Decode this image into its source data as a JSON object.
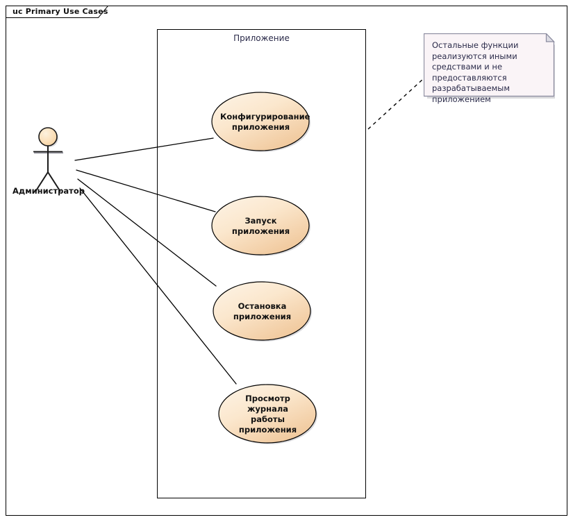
{
  "diagram": {
    "title_tab": "uc Primary Use Cases",
    "system_boundary_label": "Приложение",
    "actor": {
      "name": "Администратор",
      "icon": "stick-figure-actor-icon"
    },
    "use_cases": [
      {
        "id": "configure-application",
        "label": "Конфигурирование\nприложения"
      },
      {
        "id": "start-application",
        "label": "Запуск приложения"
      },
      {
        "id": "stop-application",
        "label": "Остановка\nприложения"
      },
      {
        "id": "view-application-log",
        "label": "Просмотр журнала\nработы приложения"
      }
    ],
    "note": {
      "text": "Остальные функции реализуются иными средствами и не предоставляются разрабатываемым приложением"
    },
    "colors": {
      "usecase_fill_light": "#fdf3e4",
      "usecase_fill_dark": "#f3cfa4",
      "usecase_stroke": "#000000",
      "actor_head_fill": "#fbdfb8",
      "note_fill": "#faf4f7",
      "note_stroke": "#8a8a9e",
      "frame_stroke": "#000000",
      "label_text": "#2b2b4a",
      "shadow": "#b9b9bf"
    }
  }
}
